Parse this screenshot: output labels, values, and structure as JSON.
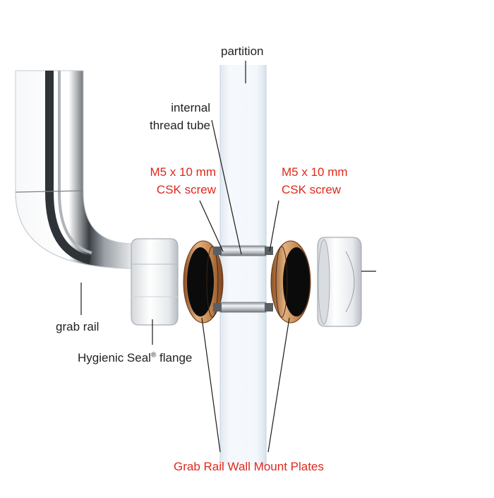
{
  "labels": {
    "partition": "partition",
    "internal_thread_tube": [
      "internal",
      "thread tube"
    ],
    "screw_left": [
      "M5 x 10 mm",
      "CSK screw"
    ],
    "screw_right": [
      "M5 x 10 mm",
      "CSK screw"
    ],
    "grab_rail": "grab rail",
    "flange_main": "Hygienic Seal",
    "flange_reg": "®",
    "flange_tail": " flange",
    "mount_plates": "Grab Rail Wall Mount Plates"
  },
  "colors": {
    "callout_red": "#e0281b",
    "text": "#222222",
    "copper": "#c98a55",
    "chrome": "#f2f4f6",
    "glass": "#eef4fa"
  }
}
